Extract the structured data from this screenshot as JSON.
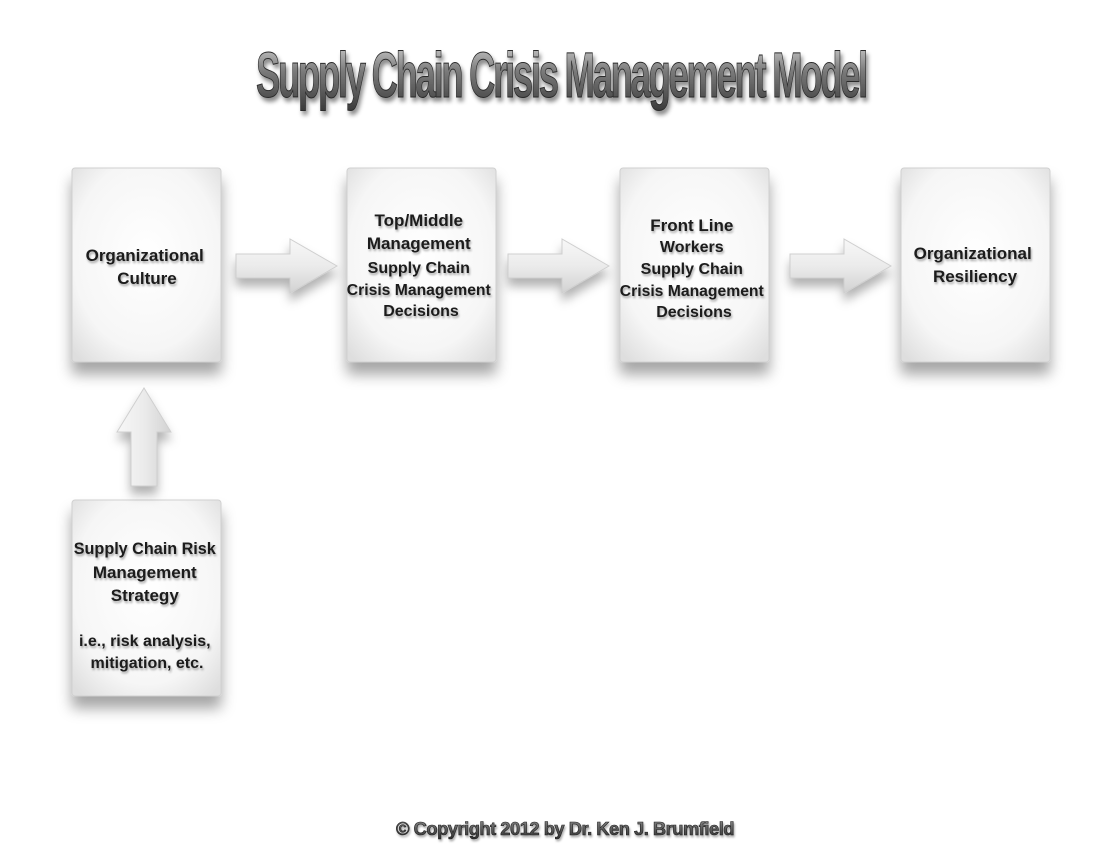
{
  "title": "Supply Chain Crisis Management Model",
  "boxes": {
    "culture": [
      "Organizational",
      "Culture"
    ],
    "management": [
      "Top/Middle",
      "Management",
      "Supply Chain",
      "Crisis Management",
      "Decisions"
    ],
    "workers": [
      "Front Line",
      "Workers",
      "Supply Chain",
      "Crisis Management",
      "Decisions"
    ],
    "resiliency": [
      "Organizational",
      "Resiliency"
    ],
    "strategy": [
      "Supply Chain Risk",
      "Management",
      "Strategy",
      "",
      "i.e., risk analysis,",
      "mitigation, etc."
    ]
  },
  "copyright": "© Copyright 2012 by Dr. Ken J. Brumfield"
}
